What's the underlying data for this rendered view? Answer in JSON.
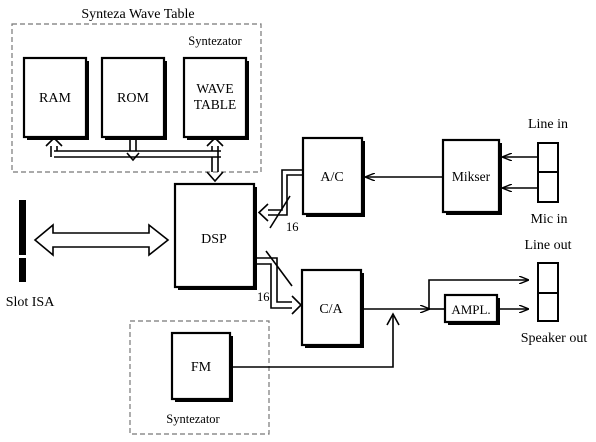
{
  "diagram": {
    "top_group_title": "Synteza Wave Table",
    "top_group_sublabel": "Syntezator",
    "bottom_group_sublabel": "Syntezator",
    "blocks": {
      "ram": "RAM",
      "rom": "ROM",
      "wave_table_line1": "WAVE",
      "wave_table_line2": "TABLE",
      "dsp": "DSP",
      "ac": "A/C",
      "ca": "C/A",
      "mikser": "Mikser",
      "fm": "FM",
      "ampl": "AMPL."
    },
    "bus_width_ac": "16",
    "bus_width_ca": "16",
    "ports": {
      "line_in": "Line in",
      "mic_in": "Mic in",
      "line_out": "Line out",
      "speaker_out": "Speaker out",
      "slot_isa": "Slot ISA"
    }
  }
}
